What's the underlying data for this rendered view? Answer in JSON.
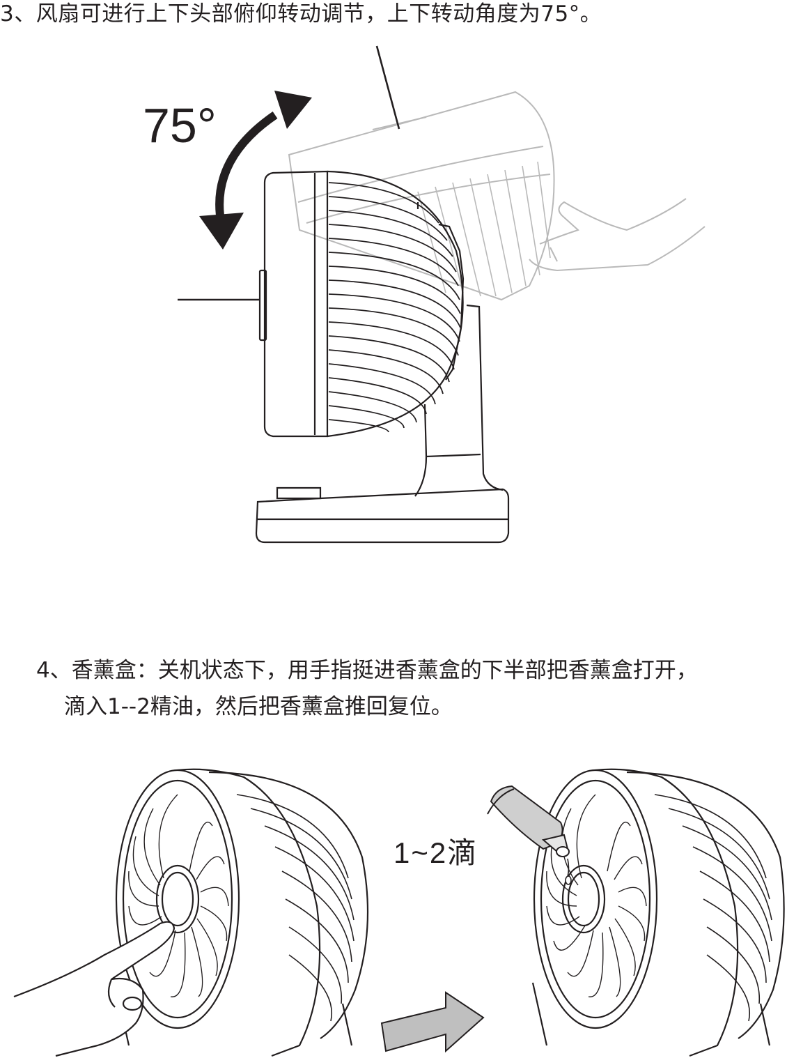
{
  "step3": {
    "text": "3、风扇可进行上下头部俯仰转动调节，上下转动角度为75°。"
  },
  "figure1": {
    "angle_label": "75°",
    "icons": [
      "rotation-arrow-icon",
      "fan-side-view-icon",
      "hand-icon"
    ]
  },
  "step4": {
    "line1": "4、香薰盒：关机状态下，用手指挺进香薰盒的下半部把香薰盒打开，",
    "line2": "滴入1--2精油，然后把香薰盒推回复位。"
  },
  "figure2": {
    "drops_label": "1~2滴",
    "icons": [
      "fan-front-view-icon",
      "finger-icon",
      "next-arrow-icon",
      "oil-bottle-icon"
    ]
  }
}
